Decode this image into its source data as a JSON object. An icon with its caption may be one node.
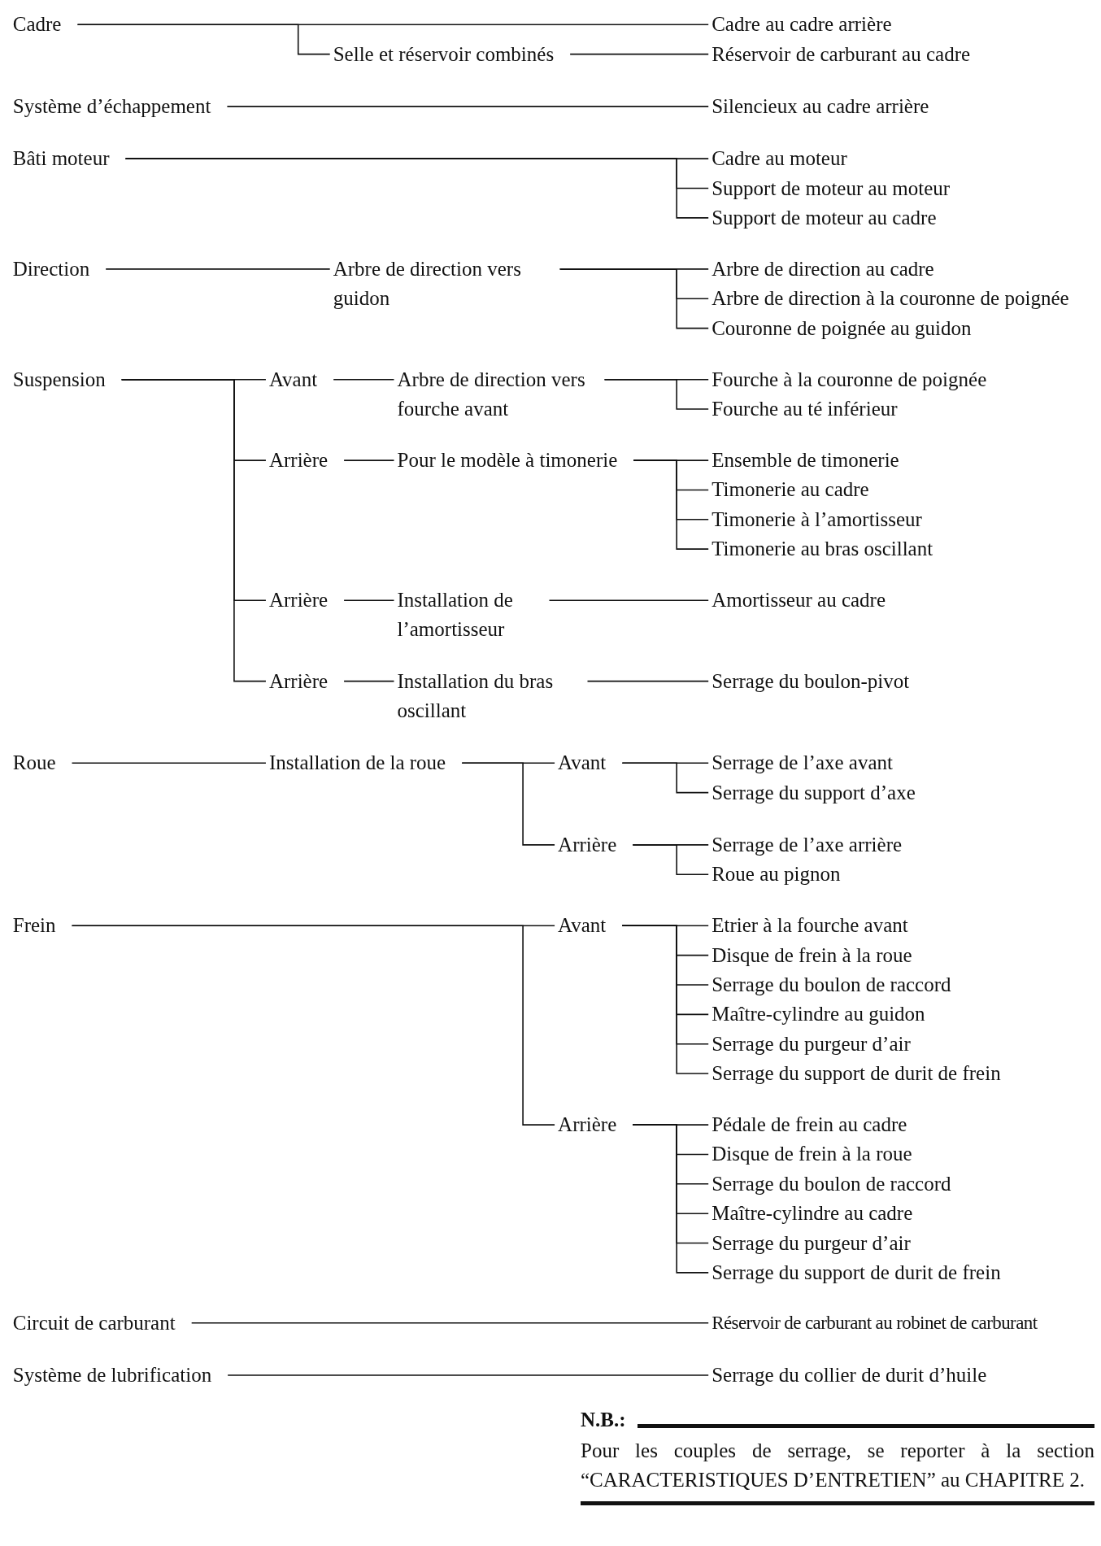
{
  "diagram": {
    "nodes": [
      {
        "text": [
          "Cadre"
        ]
      },
      {
        "text": [
          "Selle et réservoir combinés"
        ]
      },
      {
        "text": [
          "Cadre au cadre arrière"
        ]
      },
      {
        "text": [
          "Réservoir de carburant au cadre"
        ]
      },
      {
        "text": [
          "Système d’échappement"
        ]
      },
      {
        "text": [
          "Silencieux au cadre arrière"
        ]
      },
      {
        "text": [
          "Bâti moteur"
        ]
      },
      {
        "text": [
          "Cadre au moteur"
        ]
      },
      {
        "text": [
          "Support de moteur au moteur"
        ]
      },
      {
        "text": [
          "Support de moteur au cadre"
        ]
      },
      {
        "text": [
          "Direction"
        ]
      },
      {
        "text": [
          "Arbre de direction vers guidon"
        ]
      },
      {
        "text": [
          "Arbre de direction au cadre"
        ]
      },
      {
        "text": [
          "Arbre de direction à la couronne de poignée"
        ]
      },
      {
        "text": [
          "Couronne de poignée au guidon"
        ]
      },
      {
        "text": [
          "Suspension"
        ]
      },
      {
        "text": [
          "Avant"
        ]
      },
      {
        "text": [
          "Arbre de direction vers fourche avant"
        ]
      },
      {
        "text": [
          "Fourche à la couronne de poignée"
        ]
      },
      {
        "text": [
          "Fourche au té inférieur"
        ]
      },
      {
        "text": [
          "Arrière"
        ]
      },
      {
        "text": [
          "Pour le modèle à timonerie"
        ]
      },
      {
        "text": [
          "Ensemble de timonerie"
        ]
      },
      {
        "text": [
          "Timonerie au cadre"
        ]
      },
      {
        "text": [
          "Timonerie à l’amortisseur"
        ]
      },
      {
        "text": [
          "Timonerie au bras oscillant"
        ]
      },
      {
        "text": [
          "Arrière"
        ]
      },
      {
        "text": [
          "Installation de l’amortisseur"
        ]
      },
      {
        "text": [
          "Amortisseur au cadre"
        ]
      },
      {
        "text": [
          "Arrière"
        ]
      },
      {
        "text": [
          "Installation du bras oscillant"
        ]
      },
      {
        "text": [
          "Serrage du boulon-pivot"
        ]
      },
      {
        "text": [
          "Roue"
        ]
      },
      {
        "text": [
          "Installation de la roue"
        ]
      },
      {
        "text": [
          "Avant"
        ]
      },
      {
        "text": [
          "Serrage de l’axe avant"
        ]
      },
      {
        "text": [
          "Serrage du support d’axe"
        ]
      },
      {
        "text": [
          "Arrière"
        ]
      },
      {
        "text": [
          "Serrage de l’axe arrière"
        ]
      },
      {
        "text": [
          "Roue au pignon"
        ]
      },
      {
        "text": [
          "Frein"
        ]
      },
      {
        "text": [
          "Avant"
        ]
      },
      {
        "text": [
          "Etrier à la fourche avant"
        ]
      },
      {
        "text": [
          "Disque de frein à la roue"
        ]
      },
      {
        "text": [
          "Serrage du boulon de raccord"
        ]
      },
      {
        "text": [
          "Maître-cylindre au guidon"
        ]
      },
      {
        "text": [
          "Serrage du purgeur d’air"
        ]
      },
      {
        "text": [
          "Serrage du support de durit de frein"
        ]
      },
      {
        "text": [
          "Arrière"
        ]
      },
      {
        "text": [
          "Pédale de frein au cadre"
        ]
      },
      {
        "text": [
          "Disque de frein à la roue"
        ]
      },
      {
        "text": [
          "Serrage du boulon de raccord"
        ]
      },
      {
        "text": [
          "Maître-cylindre au cadre"
        ]
      },
      {
        "text": [
          "Serrage du purgeur d’air"
        ]
      },
      {
        "text": [
          "Serrage du support de durit de frein"
        ]
      },
      {
        "text": [
          "Circuit de carburant"
        ]
      },
      {
        "text": [
          "Réservoir de carburant au robinet de carburant"
        ]
      },
      {
        "text": [
          "Système de lubrification"
        ]
      },
      {
        "text": [
          "Serrage du collier de durit d’huile"
        ]
      }
    ],
    "edges": [
      {
        "from": 0,
        "to": 2,
        "arrow": "none"
      },
      {
        "from": 0,
        "to": 1,
        "arrow": "none"
      },
      {
        "from": 1,
        "to": 3,
        "arrow": "none"
      },
      {
        "from": 4,
        "to": 5,
        "arrow": "none"
      },
      {
        "from": 6,
        "to": 7,
        "arrow": "none"
      },
      {
        "from": 6,
        "to": 8,
        "arrow": "none"
      },
      {
        "from": 6,
        "to": 9,
        "arrow": "none"
      },
      {
        "from": 10,
        "to": 11,
        "arrow": "none"
      },
      {
        "from": 11,
        "to": 12,
        "arrow": "none"
      },
      {
        "from": 11,
        "to": 13,
        "arrow": "none"
      },
      {
        "from": 11,
        "to": 14,
        "arrow": "none"
      },
      {
        "from": 15,
        "to": 16,
        "arrow": "none"
      },
      {
        "from": 16,
        "to": 17,
        "arrow": "none"
      },
      {
        "from": 17,
        "to": 18,
        "arrow": "none"
      },
      {
        "from": 17,
        "to": 19,
        "arrow": "none"
      },
      {
        "from": 15,
        "to": 20,
        "arrow": "none"
      },
      {
        "from": 20,
        "to": 21,
        "arrow": "none"
      },
      {
        "from": 21,
        "to": 22,
        "arrow": "none"
      },
      {
        "from": 21,
        "to": 23,
        "arrow": "none"
      },
      {
        "from": 21,
        "to": 24,
        "arrow": "none"
      },
      {
        "from": 21,
        "to": 25,
        "arrow": "none"
      },
      {
        "from": 15,
        "to": 26,
        "arrow": "none"
      },
      {
        "from": 26,
        "to": 27,
        "arrow": "none"
      },
      {
        "from": 27,
        "to": 28,
        "arrow": "none"
      },
      {
        "from": 15,
        "to": 29,
        "arrow": "none"
      },
      {
        "from": 29,
        "to": 30,
        "arrow": "none"
      },
      {
        "from": 30,
        "to": 31,
        "arrow": "none"
      },
      {
        "from": 32,
        "to": 33,
        "arrow": "none"
      },
      {
        "from": 33,
        "to": 34,
        "arrow": "none"
      },
      {
        "from": 34,
        "to": 35,
        "arrow": "none"
      },
      {
        "from": 34,
        "to": 36,
        "arrow": "none"
      },
      {
        "from": 33,
        "to": 37,
        "arrow": "none"
      },
      {
        "from": 37,
        "to": 38,
        "arrow": "none"
      },
      {
        "from": 37,
        "to": 39,
        "arrow": "none"
      },
      {
        "from": 40,
        "to": 41,
        "arrow": "none"
      },
      {
        "from": 41,
        "to": 42,
        "arrow": "none"
      },
      {
        "from": 41,
        "to": 43,
        "arrow": "none"
      },
      {
        "from": 41,
        "to": 44,
        "arrow": "none"
      },
      {
        "from": 41,
        "to": 45,
        "arrow": "none"
      },
      {
        "from": 41,
        "to": 46,
        "arrow": "none"
      },
      {
        "from": 41,
        "to": 47,
        "arrow": "none"
      },
      {
        "from": 40,
        "to": 48,
        "arrow": "none"
      },
      {
        "from": 48,
        "to": 49,
        "arrow": "none"
      },
      {
        "from": 48,
        "to": 50,
        "arrow": "none"
      },
      {
        "from": 48,
        "to": 51,
        "arrow": "none"
      },
      {
        "from": 48,
        "to": 52,
        "arrow": "none"
      },
      {
        "from": 48,
        "to": 53,
        "arrow": "none"
      },
      {
        "from": 48,
        "to": 54,
        "arrow": "none"
      },
      {
        "from": 55,
        "to": 56,
        "arrow": "none"
      },
      {
        "from": 57,
        "to": 58,
        "arrow": "none"
      }
    ],
    "labels": [
      "N.B.:",
      "Pour les couples de serrage, se reporter à la section “CARACTERISTIQUES D’ENTRETIEN” au CHAPITRE 2."
    ]
  }
}
